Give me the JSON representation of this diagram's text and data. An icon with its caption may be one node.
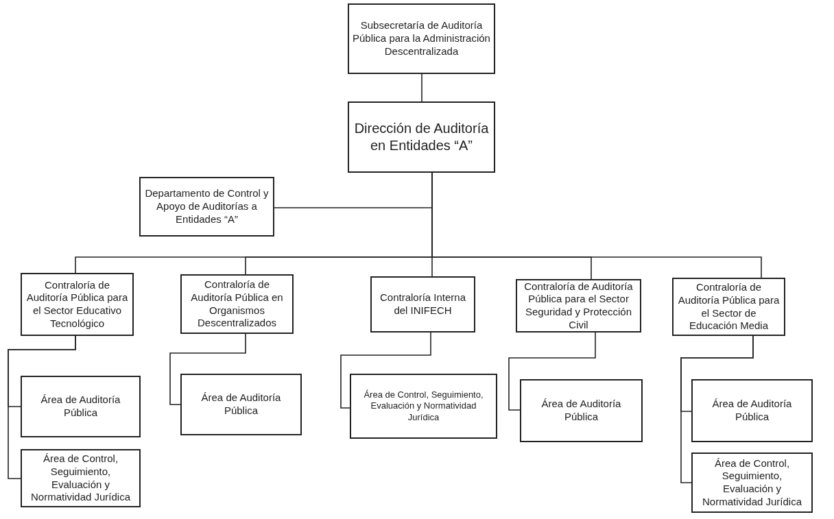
{
  "diagram": {
    "nodes": [
      {
        "text": [
          "Subsecretaría de Auditoría Pública para la Administración Descentralizada"
        ]
      },
      {
        "text": [
          "Dirección de Auditoría en Entidades “A”"
        ]
      },
      {
        "text": [
          "Departamento de Control y Apoyo de Auditorías a Entidades “A”"
        ]
      },
      {
        "text": [
          "Contraloría de Auditoría Pública para el Sector Educativo Tecnológico"
        ]
      },
      {
        "text": [
          "Contraloría de Auditoría Pública en Organismos Descentralizados"
        ]
      },
      {
        "text": [
          "Contraloría Interna del INIFECH"
        ]
      },
      {
        "text": [
          "Contraloría de Auditoría Pública para el Sector Seguridad y Protección Civil"
        ]
      },
      {
        "text": [
          "Contraloría de Auditoría Pública para el Sector de Educación Media"
        ]
      },
      {
        "text": [
          "Área de Auditoría Pública"
        ]
      },
      {
        "text": [
          "Área de Control, Seguimiento, Evaluación y Normatividad Jurídica"
        ]
      },
      {
        "text": [
          "Área de Auditoría Pública"
        ]
      },
      {
        "text": [
          "Área de Control, Seguimiento, Evaluación y Normatividad Jurídica"
        ]
      },
      {
        "text": [
          "Área de Auditoría Pública"
        ]
      },
      {
        "text": [
          "Área de Auditoría Pública"
        ]
      },
      {
        "text": [
          "Área de Control, Seguimiento, Evaluación y Normatividad Jurídica"
        ]
      }
    ],
    "edges": [
      {
        "from": 0,
        "to": 1,
        "arrow": "none"
      },
      {
        "from": 1,
        "to": 2,
        "arrow": "none"
      },
      {
        "from": 1,
        "to": 3,
        "arrow": "none"
      },
      {
        "from": 1,
        "to": 4,
        "arrow": "none"
      },
      {
        "from": 1,
        "to": 5,
        "arrow": "none"
      },
      {
        "from": 1,
        "to": 6,
        "arrow": "none"
      },
      {
        "from": 1,
        "to": 7,
        "arrow": "none"
      },
      {
        "from": 3,
        "to": 8,
        "arrow": "none"
      },
      {
        "from": 3,
        "to": 9,
        "arrow": "none"
      },
      {
        "from": 4,
        "to": 10,
        "arrow": "none"
      },
      {
        "from": 5,
        "to": 11,
        "arrow": "none"
      },
      {
        "from": 6,
        "to": 12,
        "arrow": "none"
      },
      {
        "from": 7,
        "to": 13,
        "arrow": "none"
      },
      {
        "from": 7,
        "to": 14,
        "arrow": "none"
      }
    ]
  }
}
